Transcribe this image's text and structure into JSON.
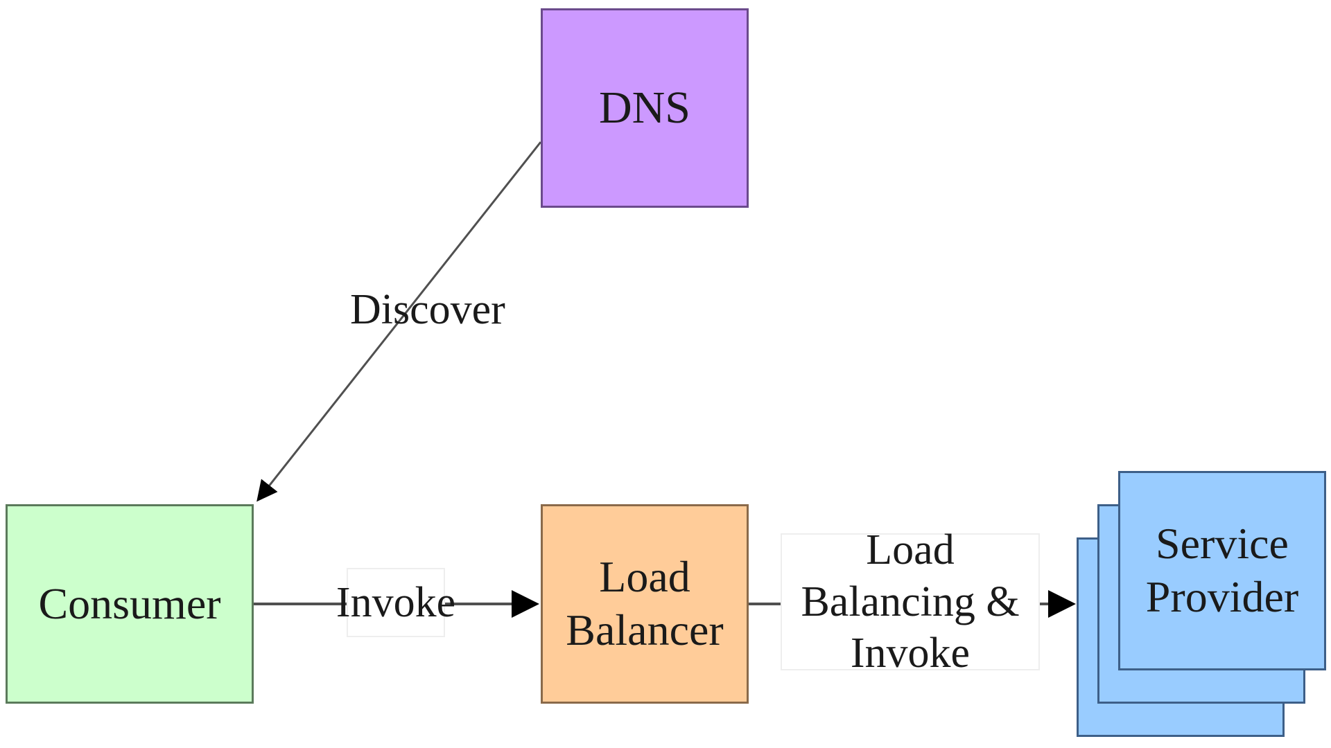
{
  "nodes": {
    "dns": "DNS",
    "consumer": "Consumer",
    "load_balancer": [
      "Load",
      "Balancer"
    ],
    "service_provider": [
      "Service",
      "Provider"
    ]
  },
  "edges": {
    "discover": "Discover",
    "invoke": "Invoke",
    "load_balancing_invoke": [
      "Load Balancing &",
      "Invoke"
    ]
  },
  "colors": {
    "dns": "#cc99ff",
    "consumer": "#ccffcc",
    "load_balancer": "#ffcc99",
    "service_provider": "#99ccff"
  }
}
